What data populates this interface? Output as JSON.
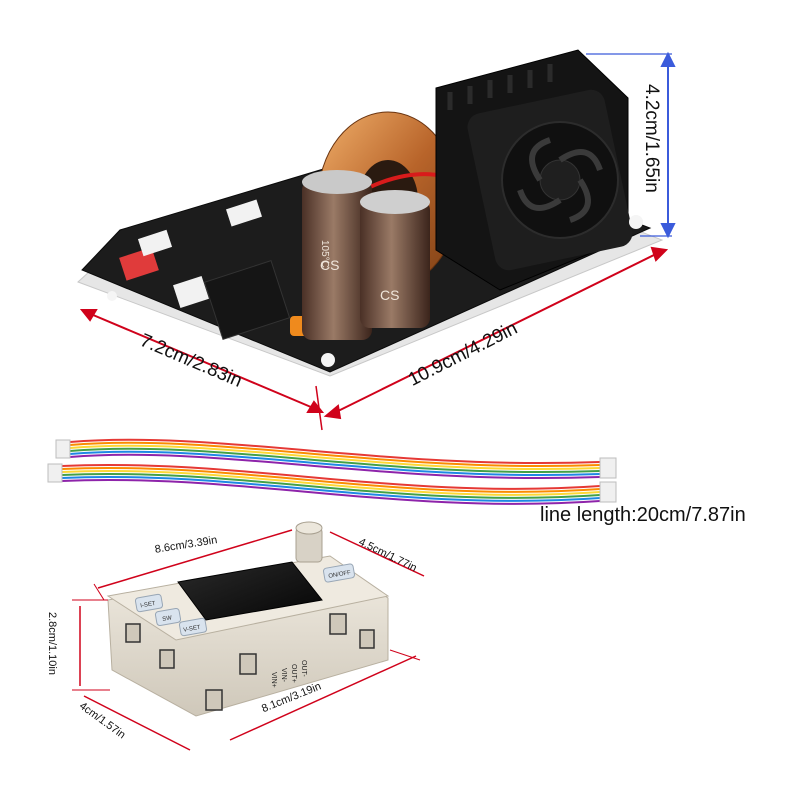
{
  "dimensions": {
    "board_width": "7.2cm/2.83in",
    "board_length": "10.9cm/4.29in",
    "board_height": "4.2cm/1.65in",
    "wire_length": "line length:20cm/7.87in",
    "display_width": "8.6cm/3.39in",
    "display_depth_top": "4.5cm/1.77in",
    "display_height": "2.8cm/1.10in",
    "display_depth_side": "4cm/1.57in",
    "display_length": "8.1cm/3.19in"
  },
  "components": {
    "capacitor_1": "CS",
    "capacitor_2": "CS",
    "capacitor_rating": "105°C",
    "button_1": "I-SET",
    "button_2": "SW",
    "button_3": "V-SET",
    "button_4": "ON/OFF",
    "port_1": "VIN+",
    "port_2": "VIN-",
    "port_3": "OUT+",
    "port_4": "OUT-"
  },
  "colors": {
    "arrow": "#d0021b",
    "dim_arrow_blue": "#3b5bdb",
    "pcb": "#1c1c1c",
    "coil": "#c8782e",
    "capacitor": "#6a4a3a",
    "fan": "#1a1a1a",
    "enclosure": "#e8e2d6",
    "screen": "#101010"
  }
}
